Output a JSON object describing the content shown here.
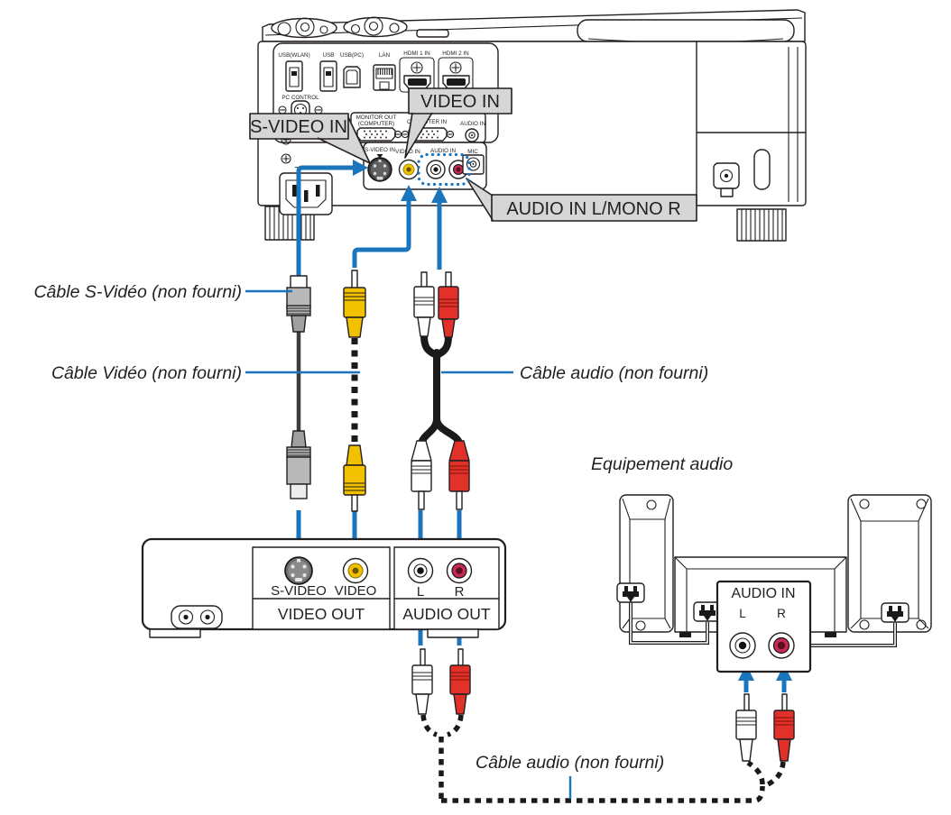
{
  "colors": {
    "blue": "#1b75bc",
    "callout_bg": "#d6d6d6",
    "yellow": "#f2c200",
    "cable_red": "#e23128",
    "jack_red": "#c72a55",
    "ink": "#231f20"
  },
  "projector": {
    "callouts": {
      "s_video": "S-VIDEO IN",
      "video": "VIDEO IN",
      "audio": "AUDIO IN L/MONO R"
    },
    "ports": {
      "usb_wlan": "USB(WLAN)",
      "usb": "USB",
      "usb_pc": "USB(PC)",
      "lan": "LAN",
      "hdmi1": "HDMI 1 IN",
      "hdmi2": "HDMI 2 IN",
      "pc_control": "PC CONTROL",
      "monitor_out": "MONITOR OUT",
      "monitor_out_sub": "(COMPUTER)",
      "computer_in": "COMPUTER IN",
      "audio_in_mini": "AUDIO IN",
      "s_video_in": "S-VIDEO IN",
      "video_in": "VIDEO IN",
      "audio_in_rca": "AUDIO IN",
      "mic": "MIC",
      "ac_symbol": "~"
    }
  },
  "cable_labels": {
    "s_video": "Câble S-Vidéo (non fourni)",
    "video": "Câble Vidéo (non fourni)",
    "audio_right": "Câble audio (non fourni)",
    "audio_bottom": "Câble audio (non fourni)"
  },
  "vcr": {
    "s_video": "S-VIDEO",
    "video": "VIDEO",
    "video_out": "VIDEO OUT",
    "left": "L",
    "right": "R",
    "audio_out": "AUDIO OUT"
  },
  "audio_equipment": {
    "title": "Equipement audio",
    "panel_title": "AUDIO IN",
    "left": "L",
    "right": "R"
  }
}
